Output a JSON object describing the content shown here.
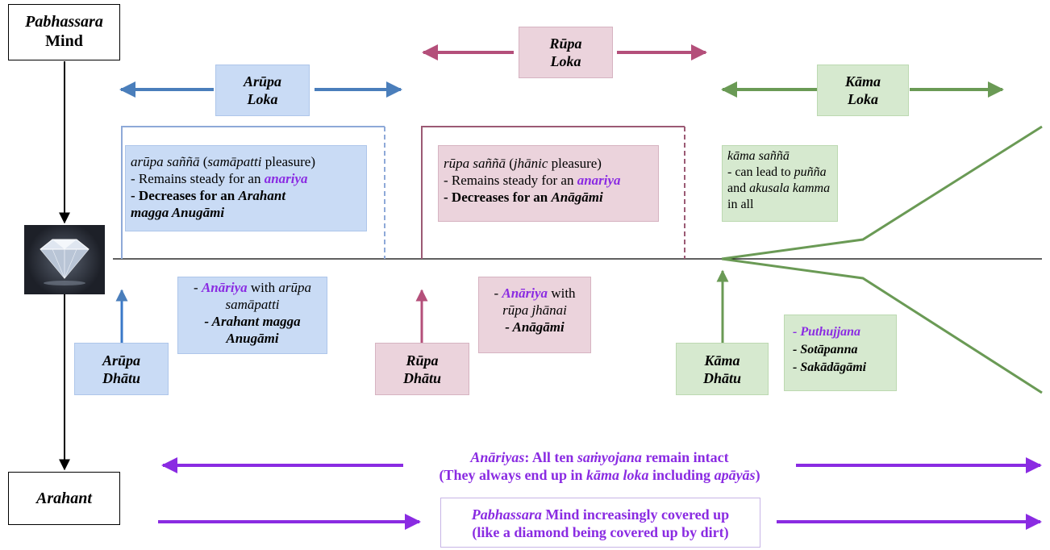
{
  "mind": {
    "line1": "Pabhassara",
    "line2": "Mind"
  },
  "arahant": "Arahant",
  "diamond_icon": "diamond-icon",
  "lokas": {
    "arupa": {
      "line1": "Arūpa",
      "line2": "Loka"
    },
    "rupa": {
      "line1": "Rūpa",
      "line2": "Loka"
    },
    "kama": {
      "line1": "Kāma",
      "line2": "Loka"
    }
  },
  "sanna": {
    "arupa": {
      "term": "arūpa saññā",
      "paren_open": " (",
      "paren_term": "samāpatti",
      "paren_rest": " pleasure)",
      "steady_prefix": "- Remains steady for an ",
      "steady_term": "anariya",
      "dec_prefix": "- Decreases for an ",
      "dec_term1": "Arahant",
      "dec_term2": "magga Anugāmi"
    },
    "rupa": {
      "term": "rūpa saññā",
      "paren_open": " (",
      "paren_term": "jhānic",
      "paren_rest": " pleasure)",
      "steady_prefix": "- Remains steady for an ",
      "steady_term": "anariya",
      "dec_prefix": "- Decreases for an ",
      "dec_term": "Anāgāmi"
    },
    "kama": {
      "term": "kāma saññā",
      "line2": "- can lead to ",
      "line2_term": "puñña",
      "line3_prefix": "and ",
      "line3_term": "akusala kamma",
      "line4": "in all"
    }
  },
  "beings": {
    "arupa": {
      "dash": "- ",
      "term1": "Anāriya",
      "with": " with ",
      "term2": "arūpa",
      "term3": "samāpatti",
      "line3": "- Arahant magga",
      "line4": "Anugāmi"
    },
    "rupa": {
      "dash": "- ",
      "term1": "Anāriya",
      "with": " with",
      "line2": "rūpa jhānai",
      "line3": "- Anāgāmi"
    },
    "kama": {
      "line1": "- Puthujjana",
      "line2": "- Sotāpanna",
      "line3": "- Sakādāgāmi"
    }
  },
  "dhatus": {
    "arupa": {
      "line1": "Arūpa",
      "line2": "Dhātu"
    },
    "rupa": {
      "line1": "Rūpa",
      "line2": "Dhātu"
    },
    "kama": {
      "line1": "Kāma",
      "line2": "Dhātu"
    }
  },
  "bottom": {
    "anariyas_term": "Anāriyas",
    "anariyas_rest1": ": All ten ",
    "anariyas_term2": "saṁyojana",
    "anariyas_rest2": " remain intact",
    "line2_prefix": "(They always end up in ",
    "line2_term1": "kāma loka",
    "line2_mid": " including ",
    "line2_term2": "apāyās",
    "line2_suffix": ")",
    "covered_term": "Pabhassara",
    "covered_rest": " Mind increasingly covered up",
    "covered_line2": "(like a diamond being covered up by dirt)"
  },
  "colors": {
    "arupa": "#4a7ebb",
    "rupa": "#b44f7a",
    "kama": "#6a9a55",
    "purple": "#8a2be2"
  }
}
